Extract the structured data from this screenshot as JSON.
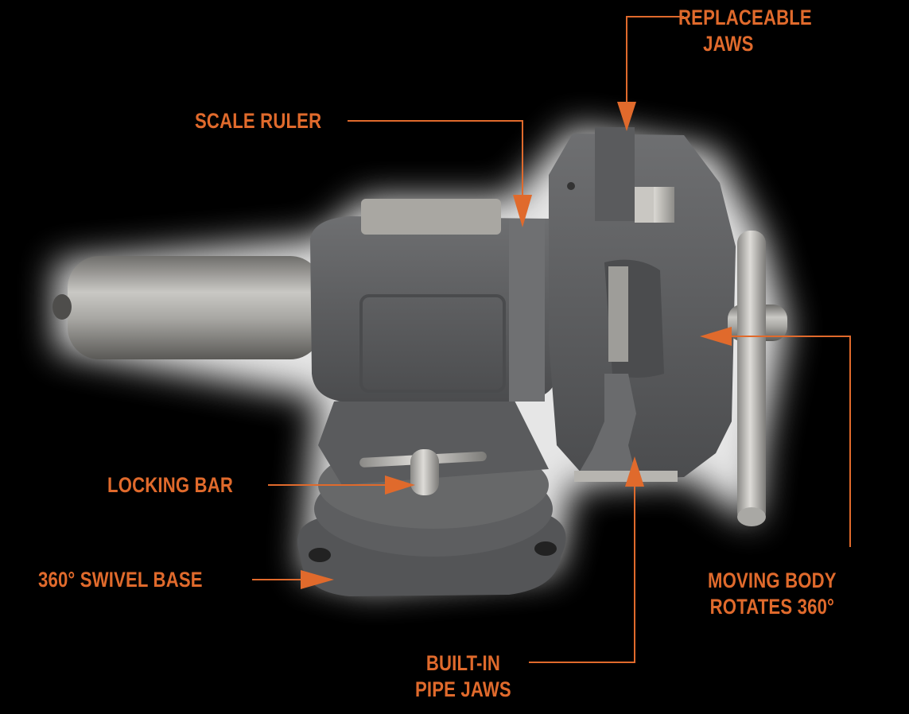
{
  "colors": {
    "accent": "#e06a2c",
    "background": "#000000",
    "vise_body": "#5f6062",
    "steel": "#b9b9b7"
  },
  "callouts": {
    "replaceable_jaws": [
      "REPLACEABLE",
      "JAWS"
    ],
    "scale_ruler": "SCALE RULER",
    "locking_bar": "LOCKING BAR",
    "swivel_base": "360° SWIVEL BASE",
    "moving_body": [
      "MOVING BODY",
      "ROTATES 360°"
    ],
    "pipe_jaws": [
      "BUILT-IN",
      "PIPE JAWS"
    ]
  }
}
